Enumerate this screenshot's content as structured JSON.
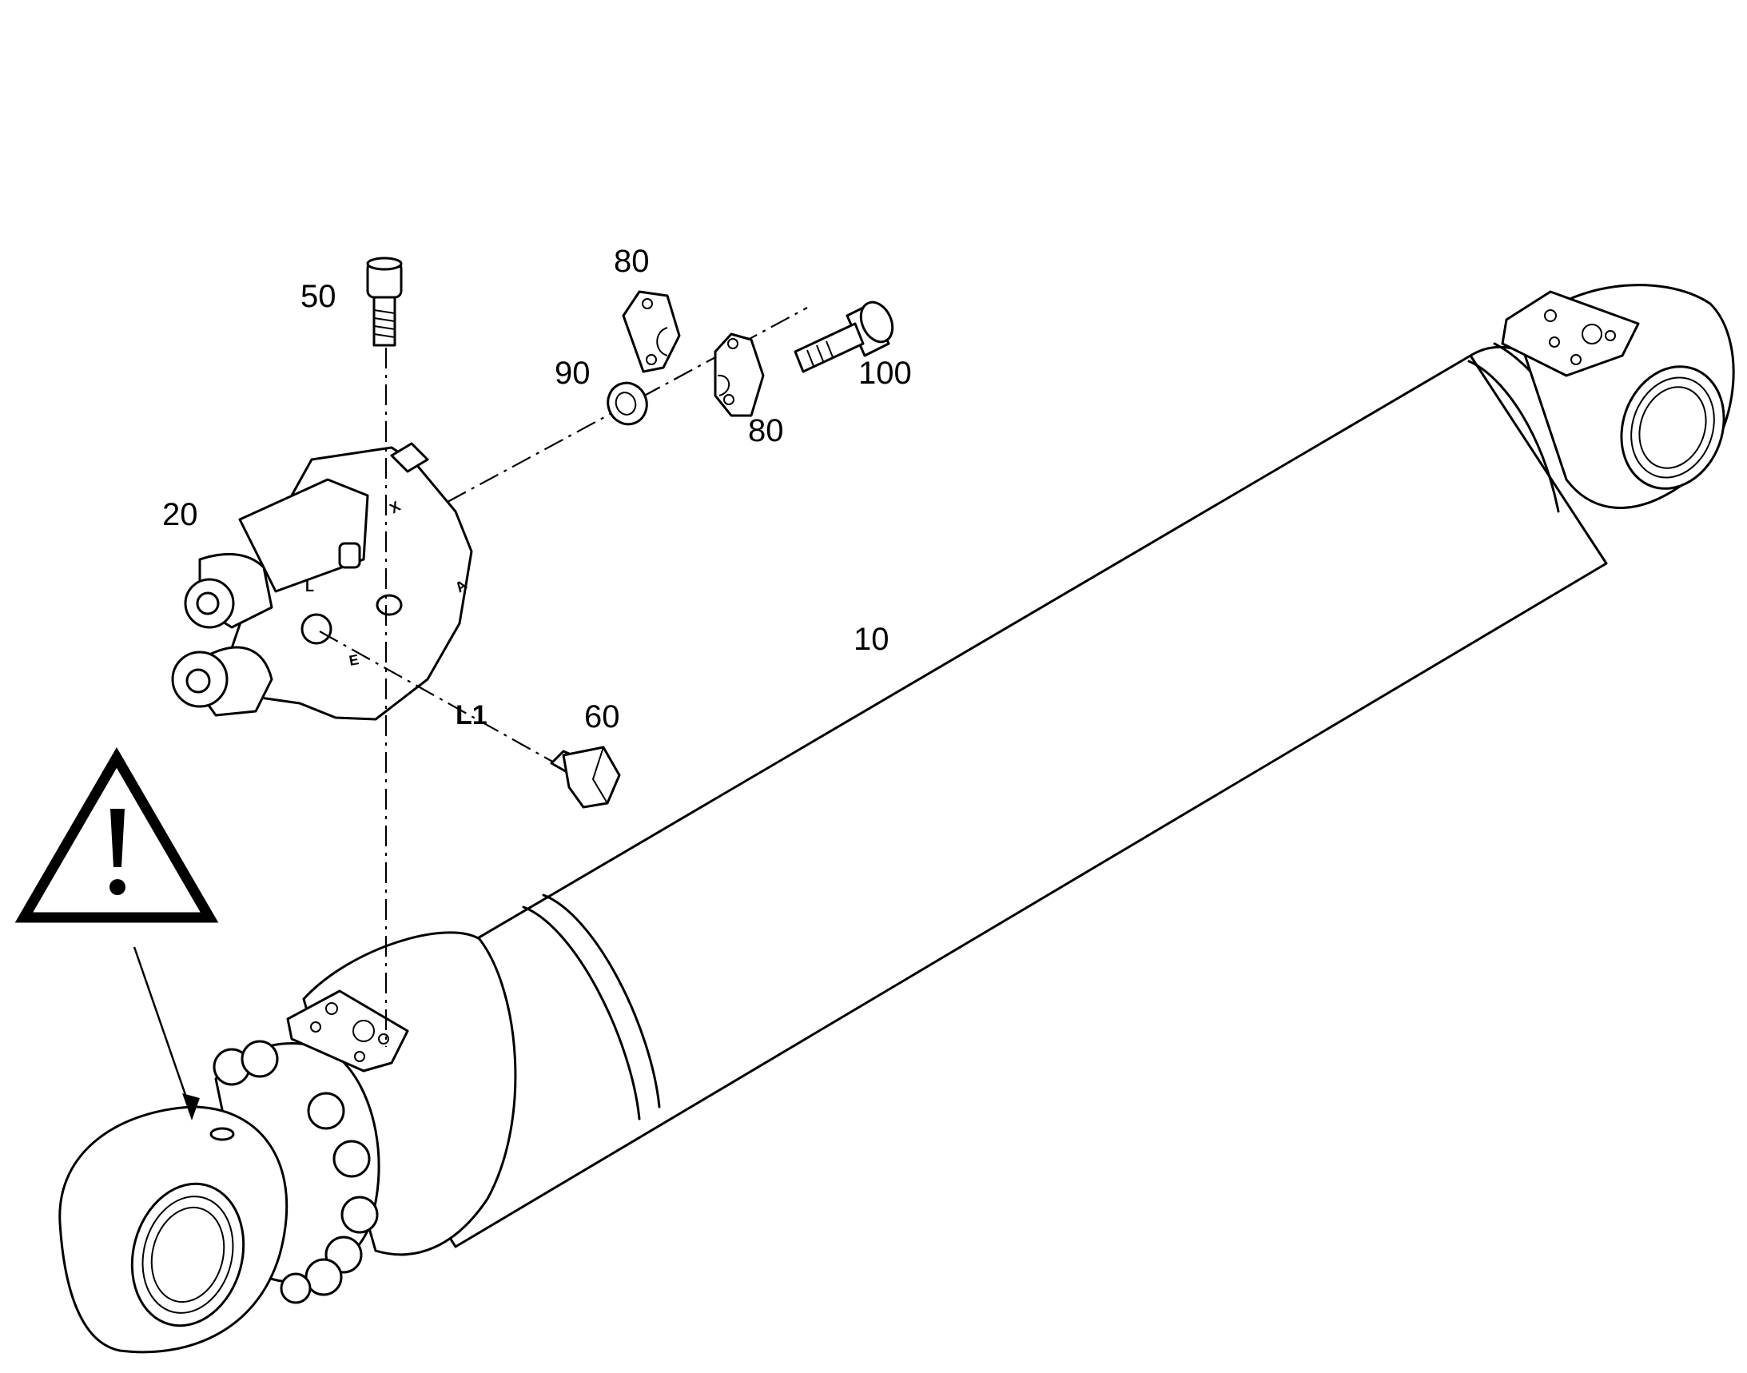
{
  "diagram": {
    "callouts": {
      "c10": "10",
      "c20": "20",
      "c50": "50",
      "c60": "60",
      "c80_top": "80",
      "c80_bottom": "80",
      "c90": "90",
      "c100": "100",
      "l1": "L1"
    },
    "port_markings": {
      "x": "X",
      "a": "A",
      "l": "L",
      "e": "E"
    },
    "warning_symbol": "warning-triangle-icon"
  }
}
